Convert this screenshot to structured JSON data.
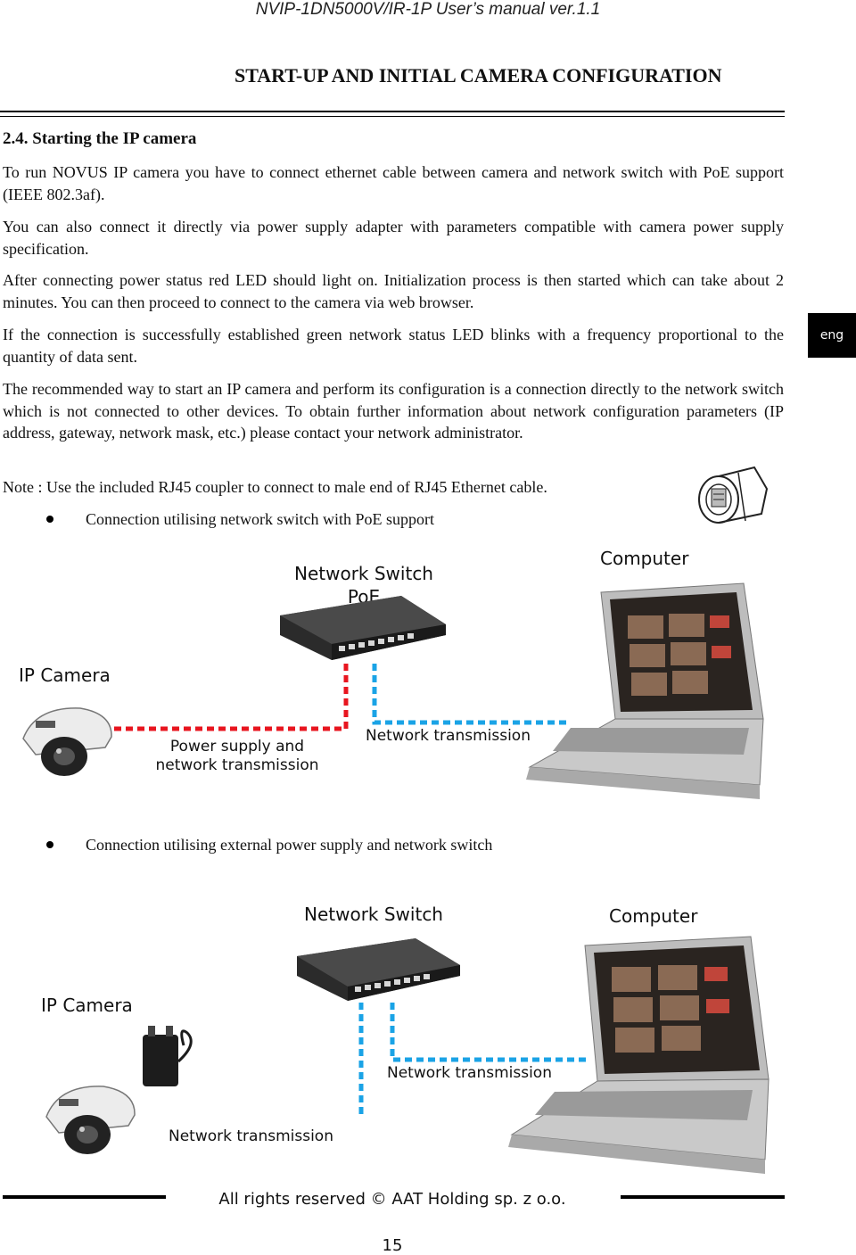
{
  "header": "NVIP-1DN5000V/IR-1P User’s manual ver.1.1",
  "section_title": "START-UP AND INITIAL CAMERA CONFIGURATION",
  "subheading": "2.4. Starting the IP camera",
  "paragraphs": [
    "To run NOVUS IP camera you have to connect ethernet cable between camera and network switch with PoE support (IEEE 802.3af).",
    "You can also connect it directly via power supply adapter with parameters compatible with camera power supply specification.",
    "After connecting power status red LED should light on. Initialization process is then started which can take about 2 minutes. You can then proceed to connect to the camera via web browser.",
    "If the connection is successfully established green network status LED blinks with a frequency proportional to the quantity of data sent.",
    "The recommended way to start an IP camera and perform its configuration is a connection directly to the network switch which is not connected to other devices. To obtain further information about network configuration parameters (IP address, gateway, network mask, etc.) please contact your network administrator.",
    "Note : Use the included RJ45 coupler to connect to male end of RJ45 Ethernet cable."
  ],
  "eng_tab": "eng",
  "diagram1": {
    "bullet": "Connection utilising network switch with PoE support",
    "switch_label_line1": "Network Switch",
    "switch_label_line2": "PoE",
    "computer_label": "Computer",
    "camera_label": "IP Camera",
    "cable_label_line1": "Power supply and",
    "cable_label_line2": "network transmission",
    "network_label": "Network transmission",
    "colors": {
      "power_cable": "#e8151f",
      "network_cable": "#1aa3e6"
    }
  },
  "diagram2": {
    "bullet": "Connection utilising external power supply and network switch",
    "switch_label": "Network Switch",
    "computer_label": "Computer",
    "camera_label": "IP Camera",
    "network_label_right": "Network transmission",
    "network_label_bottom": "Network transmission",
    "colors": {
      "network_cable": "#1aa3e6"
    }
  },
  "footer": "All rights reserved © AAT Holding sp. z o.o.",
  "page_number": "15"
}
